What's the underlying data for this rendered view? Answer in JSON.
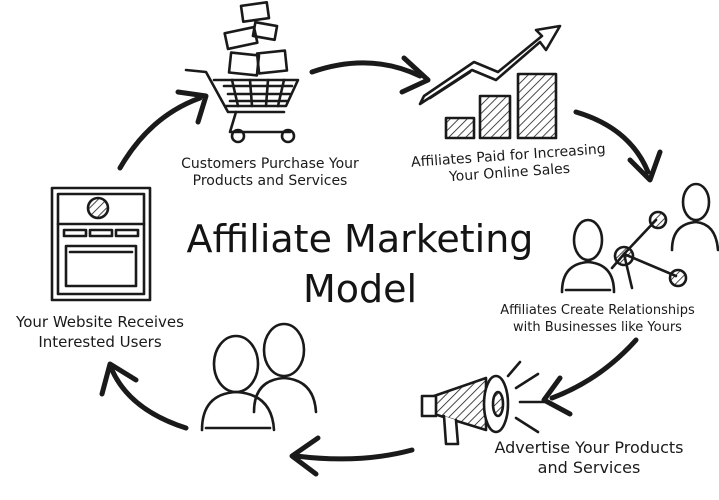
{
  "title": {
    "line1": "Affiliate Marketing",
    "line2": "Model"
  },
  "steps": [
    {
      "line1": "Customers Purchase Your",
      "line2": "Products and Services",
      "icon": "shopping-cart-icon"
    },
    {
      "line1": "Affiliates Paid for Increasing",
      "line2": "Your Online Sales",
      "icon": "growth-chart-icon"
    },
    {
      "line1": "Affiliates Create Relationships",
      "line2": "with Businesses like Yours",
      "icon": "network-people-icon"
    },
    {
      "line1": "Advertise Your Products",
      "line2": "and Services",
      "icon": "megaphone-icon"
    },
    {
      "line1": "",
      "line2": "",
      "icon": "audience-icon"
    },
    {
      "line1": "Your Website Receives",
      "line2": "Interested Users",
      "icon": "website-icon"
    }
  ],
  "colors": {
    "ink": "#1a1a1a",
    "paper": "#ffffff"
  }
}
